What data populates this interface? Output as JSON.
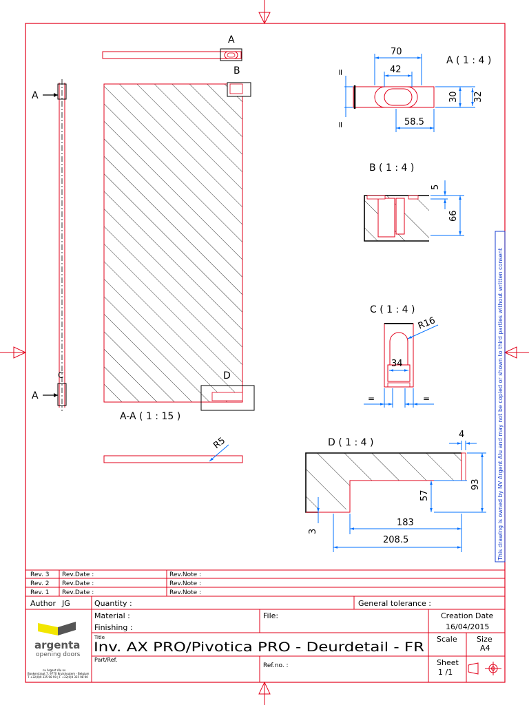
{
  "copyright": "This drawing is owned by NV Argent Alu and may not be copied or shown to third parties without written consent",
  "views": {
    "section_label": "A-A ( 1 : 15 )",
    "cut_letter": "A",
    "marker_a": "A",
    "marker_b": "B",
    "marker_c": "C",
    "marker_d": "D",
    "r5": "R5"
  },
  "detail_a": {
    "title": "A ( 1 : 4 )",
    "d70": "70",
    "d42": "42",
    "d30": "30",
    "d32": "32",
    "d585": "58.5",
    "eq": "="
  },
  "detail_b": {
    "title": "B ( 1 : 4 )",
    "d5": "5",
    "d66": "66"
  },
  "detail_c": {
    "title": "C ( 1 : 4 )",
    "r16": "R16",
    "d34": "34",
    "eq": "="
  },
  "detail_d": {
    "title": "D ( 1 : 4 )",
    "d4": "4",
    "d57": "57",
    "d93": "93",
    "d3": "3",
    "d183": "183",
    "d2085": "208.5"
  },
  "revisions": [
    {
      "rev": "Rev. 3",
      "date_label": "Rev.Date :",
      "note_label": "Rev.Note :"
    },
    {
      "rev": "Rev. 2",
      "date_label": "Rev.Date :",
      "note_label": "Rev.Note :"
    },
    {
      "rev": "Rev. 1",
      "date_label": "Rev.Date :",
      "note_label": "Rev.Note :"
    }
  ],
  "title_block": {
    "author_label": "Author",
    "author": "JG",
    "quantity_label": "Quantity :",
    "tolerance_label": "General tolerance :",
    "material_label": "Material :",
    "finishing_label": "Finishing :",
    "file_label": "File:",
    "creation_label": "Creation Date",
    "creation_date": "16/04/2015",
    "title_small": "Title",
    "title": "Inv. AX PRO/Pivotica PRO - Deurdetail - FR",
    "scale_label": "Scale",
    "size_label": "Size",
    "size_value": "A4",
    "part_label": "Part/Ref.",
    "refno_label": "Ref.no. :",
    "sheet_label": "Sheet",
    "sheet_value": "1 /1",
    "brand": "argenta",
    "brand_sub": "opening doors",
    "address1": "nv Argent Alu nv",
    "address2": "Bonkerstraat 7, 9770 Kruishoutem - Belgium",
    "address3": "T +32(0)9 335 98 99 | F +32(0)9 335 98 90"
  },
  "colors": {
    "frame": "#e2001a",
    "dim": "#0070ff",
    "black": "#000000",
    "logo_yellow": "#f2e600",
    "logo_grey": "#555555"
  }
}
